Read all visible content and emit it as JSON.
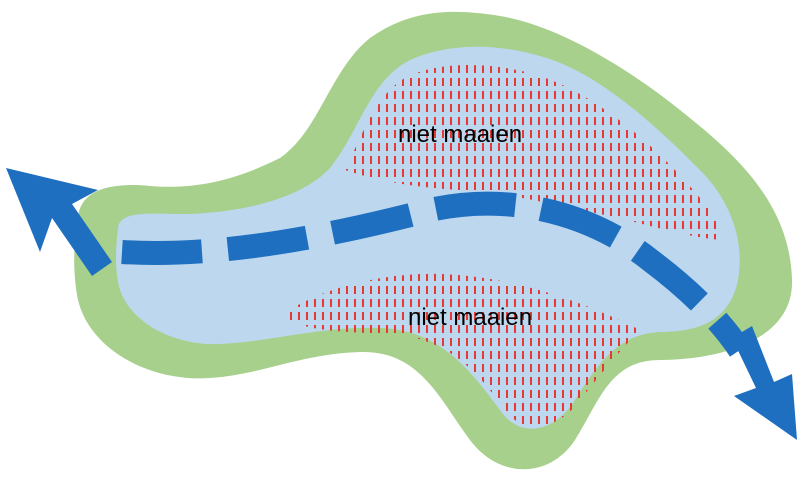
{
  "labels": {
    "upper_zone": "niet maaien",
    "lower_zone": "niet maaien"
  },
  "colors": {
    "outer_border": "#a6d08b",
    "water_area": "#bcd7ee",
    "no_mow_hatch": "#e53935",
    "flow_arrow": "#1e6fc0",
    "background": "#ffffff"
  },
  "elements": {
    "flow_direction": "left-to-right-down",
    "hatch_style": "vertical-dashes"
  }
}
